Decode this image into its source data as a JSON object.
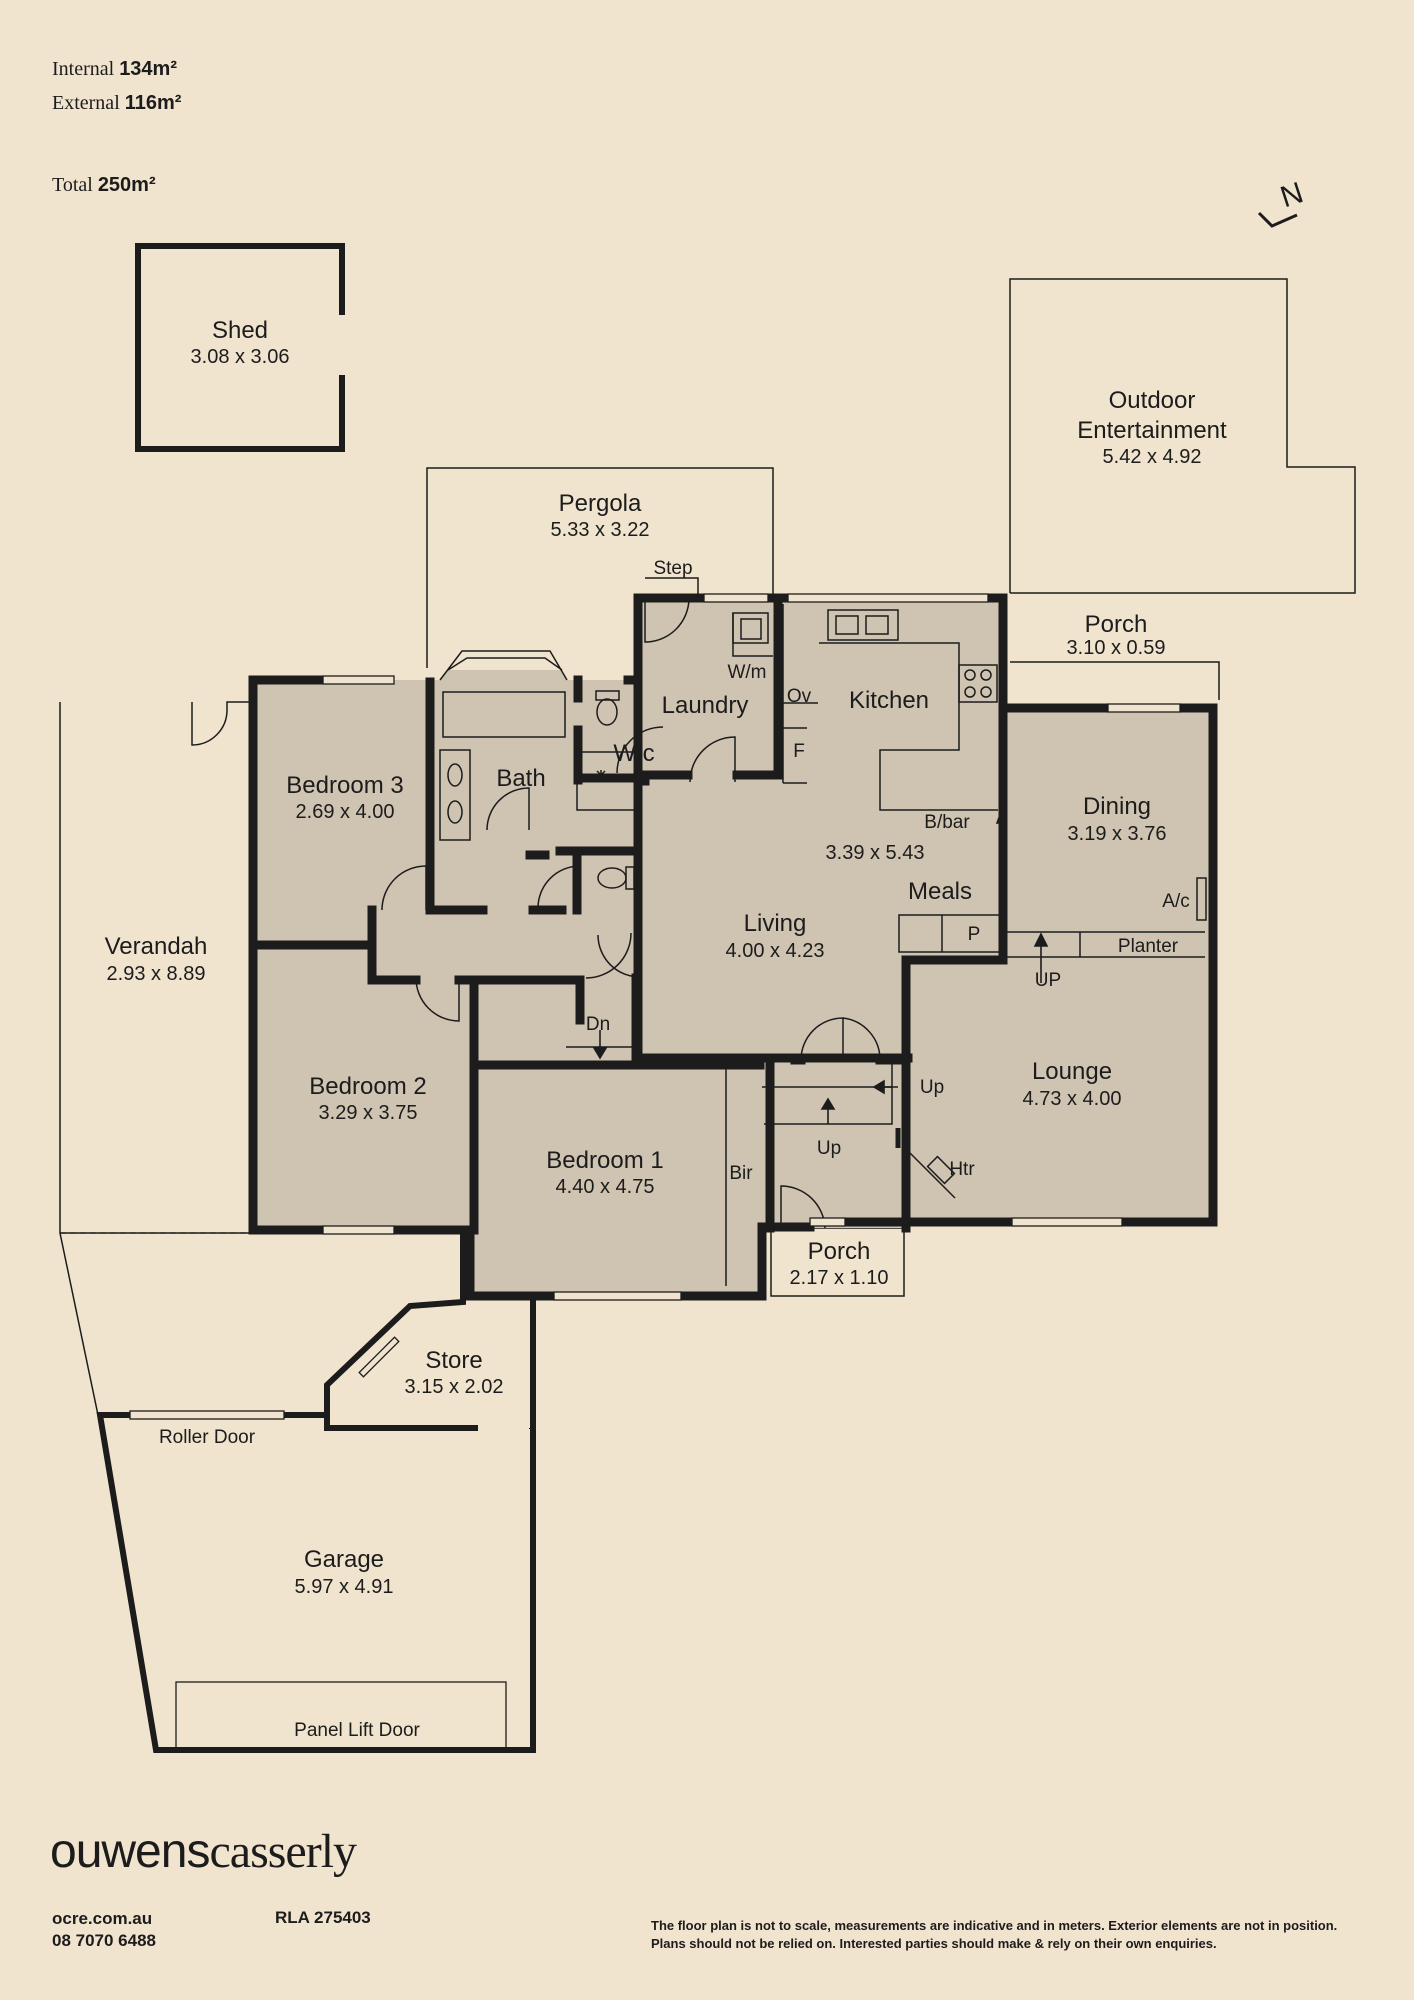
{
  "areas": {
    "internal_label": "Internal",
    "internal_value": "134m²",
    "external_label": "External",
    "external_value": "116m²",
    "total_label": "Total",
    "total_value": "250m²"
  },
  "north": "N",
  "rooms": {
    "shed": {
      "name": "Shed",
      "dims": "3.08 x 3.06"
    },
    "outdoor": {
      "name1": "Outdoor",
      "name2": "Entertainment",
      "dims": "5.42 x 4.92"
    },
    "pergola": {
      "name": "Pergola",
      "dims": "5.33 x 3.22"
    },
    "porch_rear": {
      "name": "Porch",
      "dims": "3.10 x 0.59"
    },
    "laundry": {
      "name": "Laundry"
    },
    "kitchen": {
      "name": "Kitchen",
      "dims": "3.39 x 5.43"
    },
    "bath": {
      "name": "Bath"
    },
    "wc": {
      "name": "W/c"
    },
    "bedroom3": {
      "name": "Bedroom 3",
      "dims": "2.69 x 4.00"
    },
    "dining": {
      "name": "Dining",
      "dims": "3.19 x 3.76"
    },
    "meals": {
      "name": "Meals"
    },
    "living": {
      "name": "Living",
      "dims": "4.00 x 4.23"
    },
    "verandah": {
      "name": "Verandah",
      "dims": "2.93 x 8.89"
    },
    "lounge": {
      "name": "Lounge",
      "dims": "4.73 x 4.00"
    },
    "bedroom2": {
      "name": "Bedroom 2",
      "dims": "3.29 x 3.75"
    },
    "bedroom1": {
      "name": "Bedroom 1",
      "dims": "4.40 x 4.75"
    },
    "porch_front": {
      "name": "Porch",
      "dims": "2.17 x 1.10"
    },
    "store": {
      "name": "Store",
      "dims": "3.15 x 2.02"
    },
    "garage": {
      "name": "Garage",
      "dims": "5.97 x 4.91"
    }
  },
  "labels": {
    "step": "Step",
    "wm": "W/m",
    "ov": "Ov",
    "f": "F",
    "bbar": "B/bar",
    "ac": "A/c",
    "planter": "Planter",
    "up_dining": "UP",
    "p": "P",
    "dn": "Dn",
    "up_hall": "Up",
    "up_entry": "Up",
    "bir": "Bir",
    "htr": "Htr",
    "roller_door": "Roller Door",
    "panel_lift_door": "Panel Lift Door"
  },
  "brand": {
    "name_part1": "ouwens",
    "name_part2": "casserly"
  },
  "contact": {
    "website": "ocre.com.au",
    "phone": "08 7070 6488",
    "rla": "RLA 275403"
  },
  "disclaimer": "The floor plan is not to scale, measurements are indicative and in meters. Exterior elements are not in position. Plans should not be relied on. Interested parties should make & rely on their own enquiries.",
  "colors": {
    "background": "#f1e4cf",
    "room_fill": "#cfc3b2",
    "wall": "#1c1c1c"
  }
}
